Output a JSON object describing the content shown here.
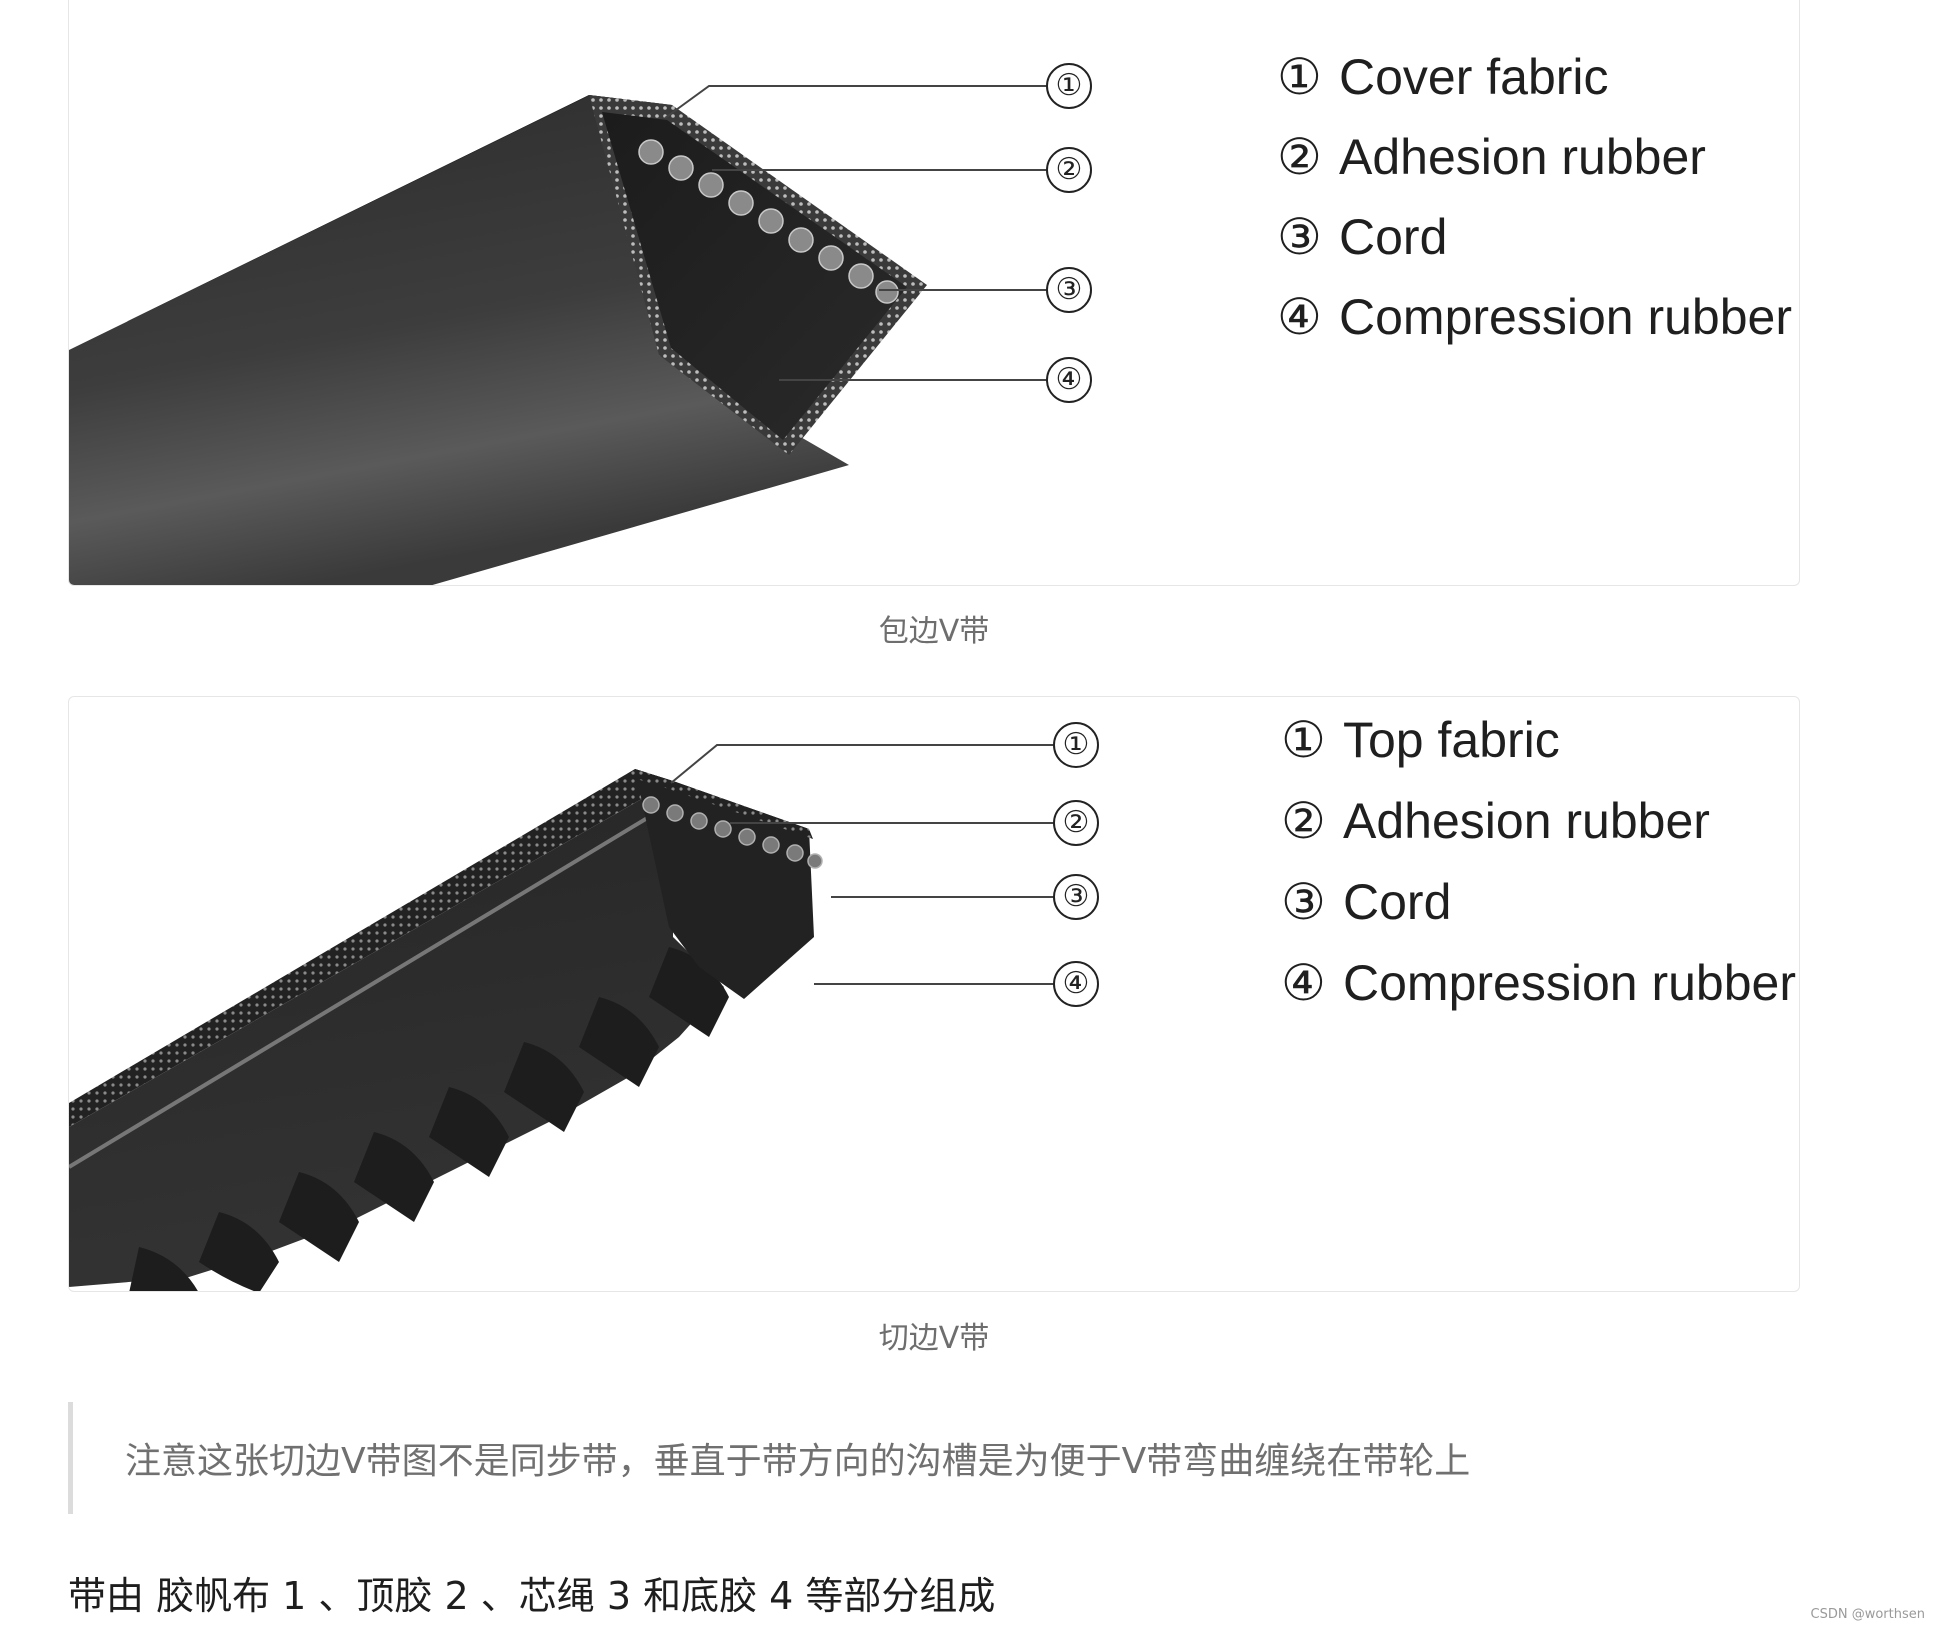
{
  "figure1": {
    "callouts": [
      "①",
      "②",
      "③",
      "④"
    ],
    "legend": [
      {
        "num": "①",
        "label": "Cover fabric"
      },
      {
        "num": "②",
        "label": "Adhesion rubber"
      },
      {
        "num": "③",
        "label": "Cord"
      },
      {
        "num": "④",
        "label": "Compression rubber"
      }
    ],
    "caption": "包边V带"
  },
  "figure2": {
    "callouts": [
      "①",
      "②",
      "③",
      "④"
    ],
    "legend": [
      {
        "num": "①",
        "label": "Top fabric"
      },
      {
        "num": "②",
        "label": "Adhesion rubber"
      },
      {
        "num": "③",
        "label": "Cord"
      },
      {
        "num": "④",
        "label": "Compression rubber"
      }
    ],
    "caption": "切边V带"
  },
  "note": "注意这张切边V带图不是同步带，垂直于带方向的沟槽是为便于V带弯曲缠绕在带轮上",
  "body_text": "带由 胶帆布 1 、顶胶 2 、芯绳 3 和底胶 4 等部分组成",
  "watermark": "CSDN @worthsen"
}
